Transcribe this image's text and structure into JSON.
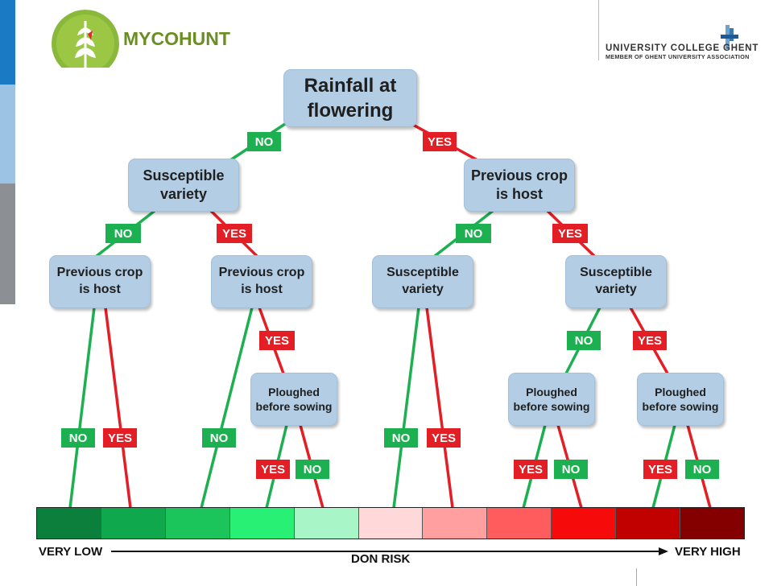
{
  "brand": {
    "name": "MYCOHUNT"
  },
  "institution": {
    "line1": "UNIVERSITY COLLEGE GHENT",
    "line2": "MEMBER OF GHENT UNIVERSITY ASSOCIATION"
  },
  "tree": {
    "root": "Rainfall at flowering",
    "l2_left": "Susceptible variety",
    "l2_right": "Previous crop is host",
    "l3_1": "Previous crop is host",
    "l3_2": "Previous crop is host",
    "l3_3": "Susceptible variety",
    "l3_4": "Susceptible variety",
    "l4_1": "Ploughed before sowing",
    "l4_2": "Ploughed before sowing",
    "l4_3": "Ploughed before sowing"
  },
  "labels": {
    "no": "NO",
    "yes": "YES"
  },
  "scale": {
    "low": "VERY LOW",
    "high": "VERY HIGH",
    "axis": "DON RISK",
    "colors": [
      "#0b7f3c",
      "#10a84d",
      "#1bc55c",
      "#28f074",
      "#a8f6c8",
      "#ffd9d9",
      "#ff9f9f",
      "#ff5d5d",
      "#f70a0a",
      "#c10000",
      "#840000"
    ]
  },
  "colors": {
    "no": "#1db051",
    "yes": "#e31e24",
    "node": "#b3cde4",
    "brand": "#6b8e23"
  },
  "icons": [
    "wheat-logo-icon",
    "ghent-logo-icon"
  ]
}
